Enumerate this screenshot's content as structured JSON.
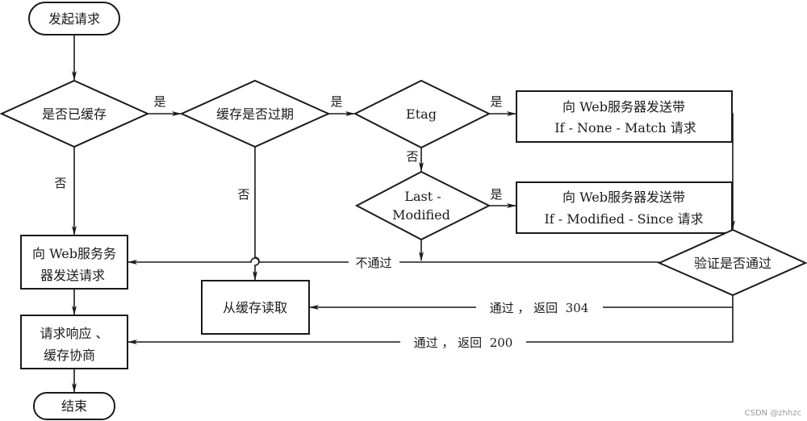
{
  "diagram": {
    "type": "flowchart",
    "nodes": {
      "start": {
        "shape": "terminator",
        "label": "发起请求"
      },
      "is_cached": {
        "shape": "decision",
        "label": "是否已缓存"
      },
      "is_expired": {
        "shape": "decision",
        "label": "缓存是否过期"
      },
      "etag": {
        "shape": "decision",
        "label": "Etag"
      },
      "send_if_none_match": {
        "shape": "process",
        "lines": [
          "向 Web服务器发送带",
          "If - None - Match 请求"
        ]
      },
      "last_modified": {
        "shape": "decision",
        "lines": [
          "Last -",
          "Modified"
        ]
      },
      "send_if_modified_since": {
        "shape": "process",
        "lines": [
          "向 Web服务器发送带",
          "If - Modified - Since 请求"
        ]
      },
      "validate": {
        "shape": "decision",
        "label": "验证是否通过"
      },
      "send_request": {
        "shape": "process",
        "lines": [
          "向 Web服务务",
          "器发送请求"
        ]
      },
      "read_cache": {
        "shape": "process",
        "label": "从缓存读取"
      },
      "response": {
        "shape": "process",
        "lines": [
          "请求响应 、",
          "缓存协商"
        ]
      },
      "end": {
        "shape": "terminator",
        "label": "结束"
      }
    },
    "edges": {
      "start_to_cached": {
        "from": "start",
        "to": "is_cached",
        "label": ""
      },
      "cached_yes": {
        "from": "is_cached",
        "to": "is_expired",
        "label": "是"
      },
      "cached_no": {
        "from": "is_cached",
        "to": "send_request",
        "label": "否"
      },
      "expired_yes": {
        "from": "is_expired",
        "to": "etag",
        "label": "是"
      },
      "expired_no": {
        "from": "is_expired",
        "to": "read_cache",
        "label": "否"
      },
      "etag_yes": {
        "from": "etag",
        "to": "send_if_none_match",
        "label": "是"
      },
      "etag_no": {
        "from": "etag",
        "to": "last_modified",
        "label": "否"
      },
      "lm_yes": {
        "from": "last_modified",
        "to": "send_if_modified_since",
        "label": "是"
      },
      "lm_down": {
        "from": "last_modified",
        "to": "send_request",
        "label": ""
      },
      "inm_to_validate": {
        "from": "send_if_none_match",
        "to": "validate",
        "label": ""
      },
      "ims_to_validate": {
        "from": "send_if_modified_since",
        "to": "validate",
        "label": ""
      },
      "validate_fail": {
        "from": "validate",
        "to": "send_request",
        "label": "不通过"
      },
      "validate_304": {
        "from": "validate",
        "to": "read_cache",
        "label": "通过 ， 返回  304"
      },
      "validate_200": {
        "from": "validate",
        "to": "response",
        "label": "通过 ， 返回  200"
      },
      "send_to_response": {
        "from": "send_request",
        "to": "response",
        "label": ""
      },
      "response_to_end": {
        "from": "response",
        "to": "end",
        "label": ""
      }
    }
  },
  "watermark": "CSDN @zhhzc"
}
